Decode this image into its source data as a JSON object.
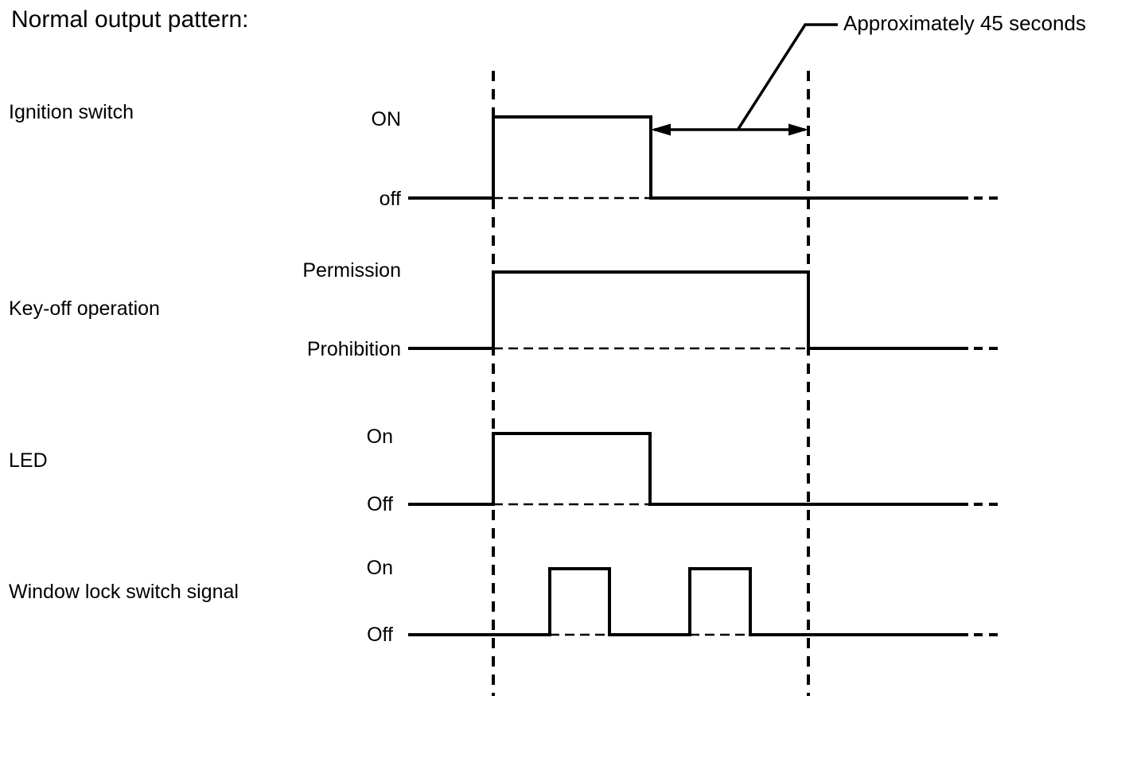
{
  "title": "Normal output pattern:",
  "annotation": {
    "label": "Approximately 45 seconds",
    "refers_to": "interval between ignition switch off edge and end reference line"
  },
  "signals": [
    {
      "name": "Ignition switch",
      "high_label": "ON",
      "low_label": "off",
      "pattern": "single pulse: rises at start reference line, falls approximately 45 seconds before end reference line"
    },
    {
      "name": "Key-off operation",
      "high_label": "Permission",
      "low_label": "Prohibition",
      "pattern": "single pulse: high from start reference line to end reference line"
    },
    {
      "name": "LED",
      "high_label": "On",
      "low_label": "Off",
      "pattern": "single pulse: on while ignition switch is ON"
    },
    {
      "name": "Window lock switch signal",
      "high_label": "On",
      "low_label": "Off",
      "pattern": "two short pulses between the reference lines"
    }
  ]
}
